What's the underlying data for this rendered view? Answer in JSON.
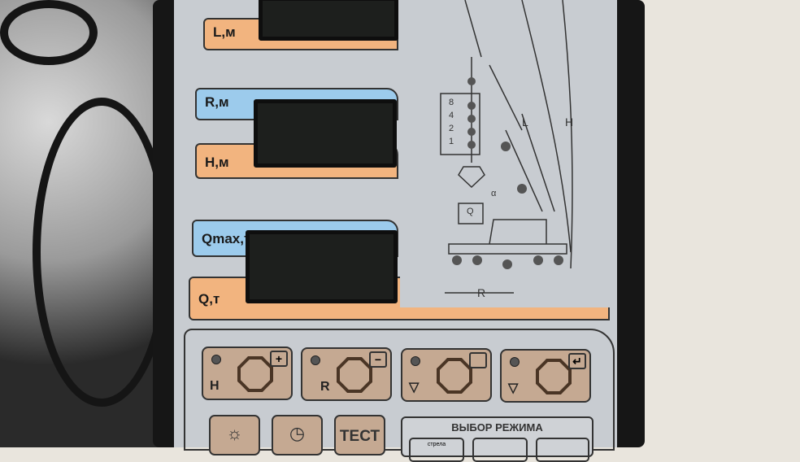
{
  "labels": {
    "length": "L,м",
    "radius": "R,м",
    "height": "H,м",
    "qmax": "Qmax,т",
    "load": "Q,т"
  },
  "diagram": {
    "boom_length": "L",
    "height": "H",
    "radius": "R",
    "load": "Q",
    "angle": "α",
    "multiplicity": [
      "8",
      "4",
      "2",
      "1"
    ]
  },
  "buttons": {
    "height_plus": {
      "symbol": "H",
      "corner": "+"
    },
    "radius_minus": {
      "symbol": "R",
      "corner": "−"
    },
    "wall_left": {
      "corner": ""
    },
    "wall_right": {
      "corner": "↵"
    }
  },
  "bottom_buttons": {
    "brightness": "☼",
    "clock": "◷",
    "test": "ТЕСТ"
  },
  "mode": {
    "title": "ВЫБОР РЕЖИМА",
    "option1": "стрела"
  }
}
